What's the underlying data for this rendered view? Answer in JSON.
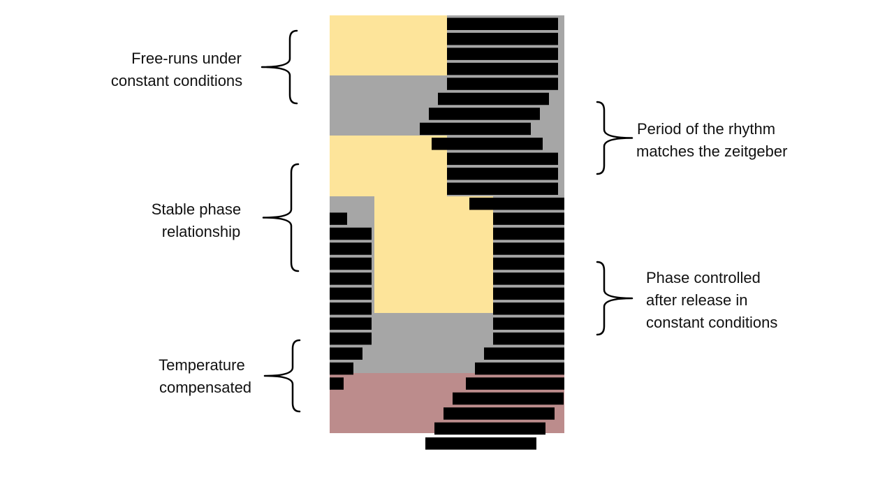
{
  "colors": {
    "light": "#fde49a",
    "dark": "#a6a6a6",
    "temperature": "#bc8c8c",
    "activity": "#000000"
  },
  "labels": {
    "free_runs": [
      "Free-runs under",
      "constant conditions"
    ],
    "period": [
      "Period of the rhythm",
      "matches the zeitgeber"
    ],
    "stable": [
      "Stable phase",
      "relationship"
    ],
    "phase_controlled": [
      "Phase controlled",
      "after release in",
      "constant conditions"
    ],
    "temperature": [
      "Temperature",
      "compensated"
    ]
  }
}
